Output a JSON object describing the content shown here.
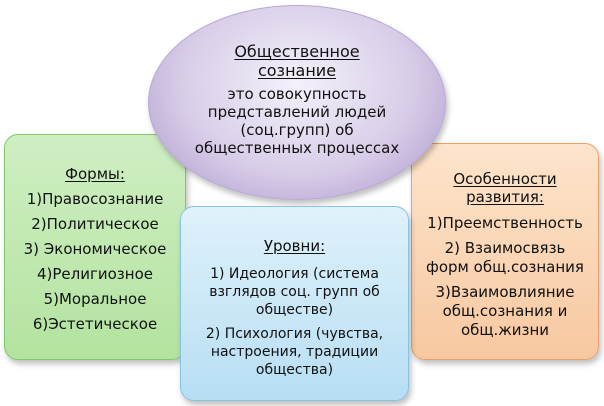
{
  "center": {
    "title_line1": "Общественное",
    "title_line2": "сознание",
    "body_lines": [
      "это совокупность",
      "представлений людей",
      "(соц.групп) об",
      "общественных процессах"
    ]
  },
  "forms": {
    "title": "Формы:",
    "items": [
      "1)Правосознание",
      "2)Политическое",
      "3) Экономическое",
      "4)Религиозное",
      "5)Моральное",
      "6)Эстетическое"
    ]
  },
  "levels": {
    "title": "Уровни:",
    "item1_lines": [
      "1) Идеология (система",
      "взглядов  соц. групп об",
      "обществе)"
    ],
    "item2_lines": [
      "2) Психология (чувства,",
      "настроения, традиции",
      "общества)"
    ]
  },
  "development": {
    "title_line1": "Особенности",
    "title_line2": "развития:",
    "item1_lines": [
      "1)Преемственность"
    ],
    "item2_lines": [
      "2) Взаимосвязь",
      "форм общ.сознания"
    ],
    "item3_lines": [
      "3)Взаимовлияние",
      "общ.сознания и",
      "общ.жизни"
    ]
  },
  "colors": {
    "ellipse": "#d8cde8",
    "forms": "#b3e39f",
    "levels": "#b7def3",
    "development": "#f7c8a0"
  }
}
